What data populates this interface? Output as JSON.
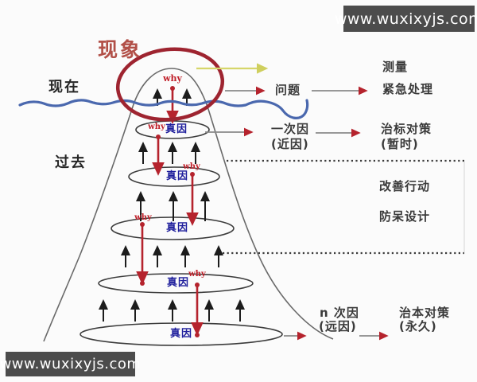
{
  "watermarks": {
    "top": "www.wuxixyjs.com",
    "bottom": "www.wuxixyjs.com"
  },
  "surface_labels": {
    "phenomenon": "现象",
    "now": "现在",
    "past": "过去",
    "problem": "问题"
  },
  "peak": {
    "why": "why"
  },
  "levels": [
    {
      "why": "why",
      "label": "真因"
    },
    {
      "why": "why",
      "label": "真因"
    },
    {
      "why": "why",
      "label": "真因"
    },
    {
      "why": "why",
      "label": "真因"
    },
    {
      "label": "真因"
    }
  ],
  "right_column": {
    "measure": "测量",
    "emergency": "紧急处理",
    "first_cause": "一次因",
    "first_cause_note": "(近因)",
    "symptomatic": "治标对策",
    "symptomatic_note": "(暂时)",
    "improvement": "改善行动",
    "foolproof": "防呆设计",
    "n_cause": "n 次因",
    "n_cause_note": "(远因)",
    "root_cure": "治本对策",
    "root_cure_note": "(永久)"
  },
  "colors": {
    "highlight_circle": "#9e2430",
    "why_arrow": "#b5232d",
    "water": "#4a68ae",
    "yellow_arrow": "#d6d66a",
    "true_cause_text": "#1e1e9c",
    "phenomenon_text": "#b25048",
    "outline_gray": "#6a6a6a",
    "watermark_bg": "#4c4c4c"
  }
}
